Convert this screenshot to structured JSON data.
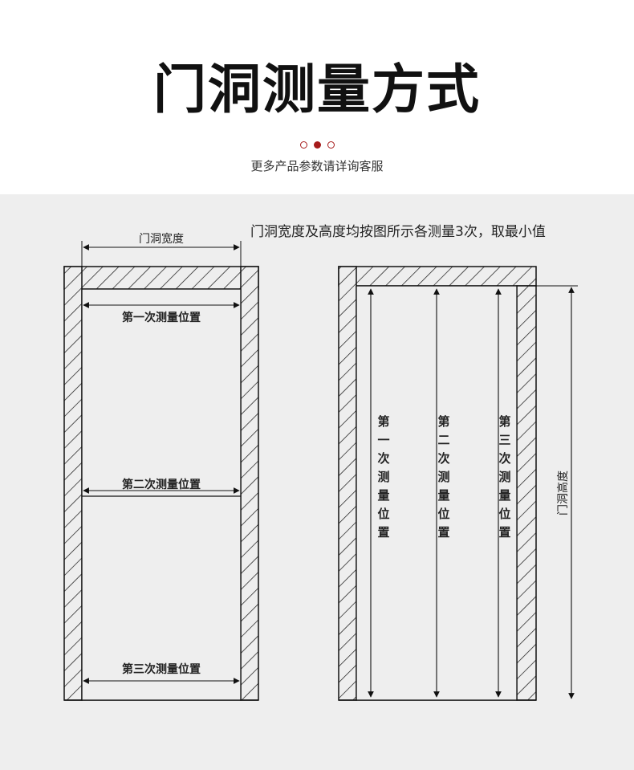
{
  "page": {
    "title": "门洞测量方式",
    "subtitle": "更多产品参数请详询客服"
  },
  "diagram": {
    "instruction": "门洞宽度及高度均按图所示各测量3次，取最小值",
    "width_label": "门洞宽度",
    "height_label": "门洞高度",
    "width_positions": [
      "第一次测量位置",
      "第二次测量位置",
      "第三次测量位置"
    ],
    "height_positions": [
      "第一次测量位置",
      "第二次测量位置",
      "第三次测量位置"
    ]
  },
  "colors": {
    "accent": "#a61b1b",
    "panel_background": "#eeeeee",
    "line": "#111111"
  }
}
